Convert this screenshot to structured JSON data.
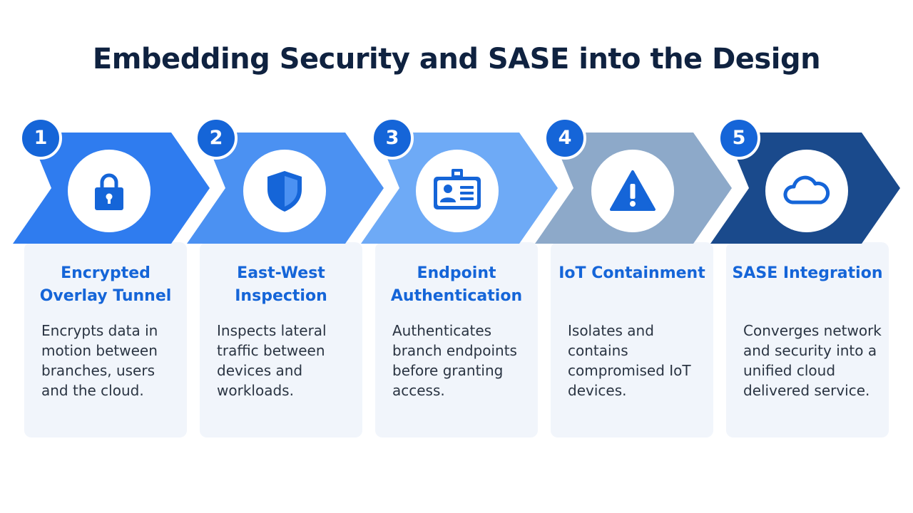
{
  "title": "Embedding Security and SASE into the Design",
  "colors": {
    "title": "#0f2240",
    "card_title": "#1565d8",
    "card_bg": "#f1f5fb",
    "badge": "#1565d8",
    "icon": "#1565d8"
  },
  "steps": [
    {
      "number": "1",
      "title": "Encrypted Overlay Tunnel",
      "description": "Encrypts data in motion between branches, users and the cloud.",
      "icon": "lock-icon",
      "color": "#2f7cef"
    },
    {
      "number": "2",
      "title": "East-West Inspection",
      "description": "Inspects lateral traffic between devices and workloads.",
      "icon": "shield-icon",
      "color": "#4b91f2"
    },
    {
      "number": "3",
      "title": "Endpoint Authentication",
      "description": "Authenticates branch endpoints before granting access.",
      "icon": "id-badge-icon",
      "color": "#6eaaf6"
    },
    {
      "number": "4",
      "title": "IoT Containment",
      "description": "Isolates and contains compromised IoT devices.",
      "icon": "warning-icon",
      "color": "#8da9c9"
    },
    {
      "number": "5",
      "title": "SASE Integration",
      "description": "Converges network and security into a unified cloud delivered service.",
      "icon": "cloud-icon",
      "color": "#1a4a8c"
    }
  ]
}
